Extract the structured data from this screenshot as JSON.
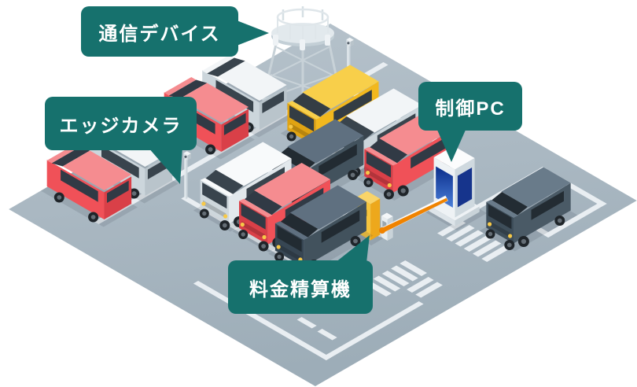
{
  "callouts": [
    {
      "id": "communication-device",
      "text": "通信デバイス"
    },
    {
      "id": "edge-camera",
      "text": "エッジカメラ"
    },
    {
      "id": "control-pc",
      "text": "制御PC"
    },
    {
      "id": "payment-machine",
      "text": "料金精算機"
    }
  ],
  "scene_objects": {
    "tower": "communication-tower",
    "cameras": [
      "edge-camera-pole-left",
      "edge-camera-pole-top"
    ],
    "kiosk": "control-pc-kiosk",
    "payment": "fee-payment-machine",
    "gate": "barrier-gate-arm"
  },
  "colors": {
    "callout_bg": "#16716d",
    "callout_text": "#ffffff",
    "ground": "#a9b7c1",
    "marking": "#e9eef2",
    "barrier_orange": "#f08300",
    "machine_yellow": "#f6c53e",
    "kiosk_screen_blue": "#1e47b0",
    "car_red": "#f05158",
    "car_yellow": "#f2b81e",
    "car_silver": "#ccd6dc",
    "car_dark": "#42525d",
    "tower_gray": "#c8d2d8"
  }
}
